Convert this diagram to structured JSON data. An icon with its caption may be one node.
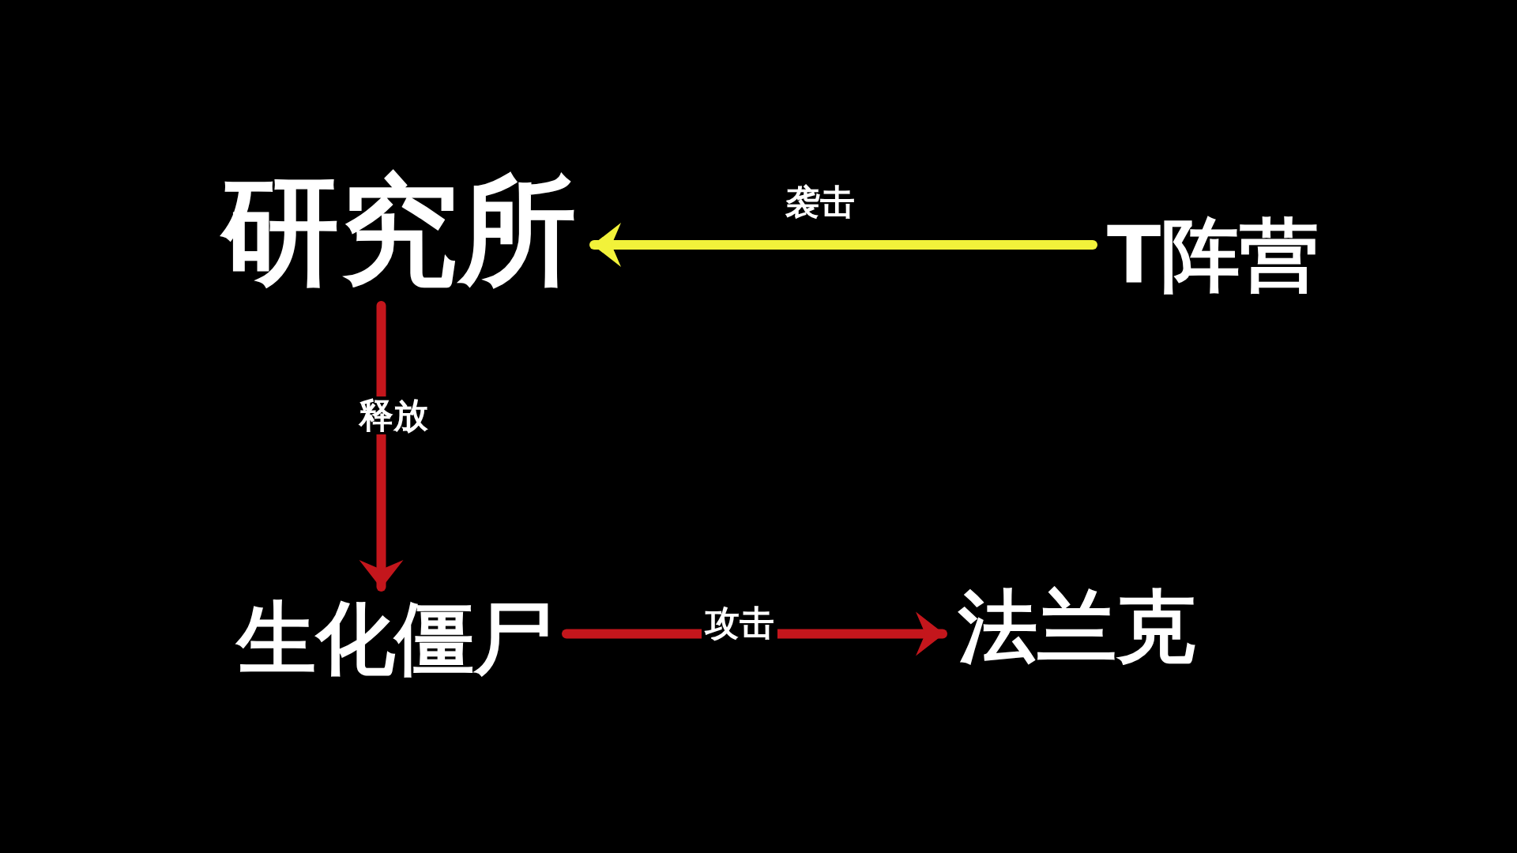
{
  "diagram": {
    "nodes": [
      {
        "text": [
          "研究所"
        ]
      },
      {
        "text": [
          "T阵营"
        ]
      },
      {
        "text": [
          "生化僵尸"
        ]
      },
      {
        "text": [
          "法兰克"
        ]
      }
    ],
    "edges": [
      {
        "from": 1,
        "to": 0,
        "arrow": "to",
        "label": "袭击",
        "color": "#f2f23a"
      },
      {
        "from": 0,
        "to": 2,
        "arrow": "to",
        "label": "释放"
      },
      {
        "from": 2,
        "to": 3,
        "arrow": "to",
        "label": "攻击"
      }
    ]
  }
}
